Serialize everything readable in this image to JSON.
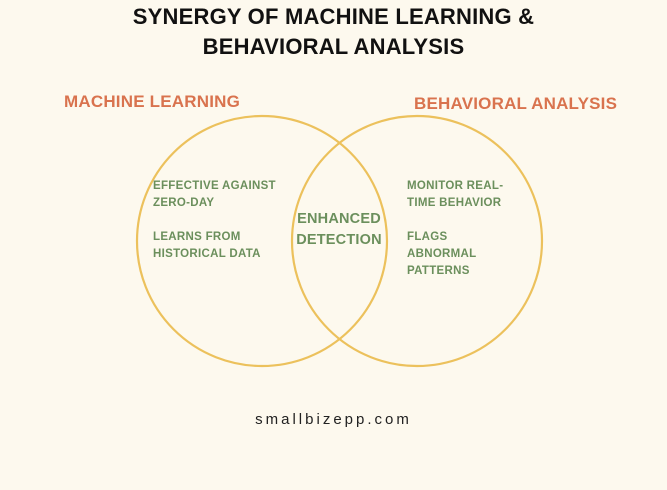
{
  "title": {
    "line1": "SYNERGY OF MACHINE LEARNING &",
    "line2": "BEHAVIORAL ANALYSIS"
  },
  "venn": {
    "left_label": "MACHINE LEARNING",
    "right_label": "BEHAVIORAL ANALYSIS",
    "left_items": [
      "EFFECTIVE AGAINST\nZERO-DAY",
      "LEARNS FROM\nHISTORICAL DATA"
    ],
    "right_items": [
      "MONITOR REAL-\nTIME BEHAVIOR",
      "FLAGS\nABNORMAL\nPATTERNS"
    ],
    "intersection": "ENHANCED\nDETECTION"
  },
  "footer": "smallbizepp.com",
  "colors": {
    "background": "#fdf9ee",
    "set_label": "#d9734e",
    "item_text": "#6b8f5c",
    "circle_stroke": "#ecc15c",
    "title": "#111111"
  }
}
